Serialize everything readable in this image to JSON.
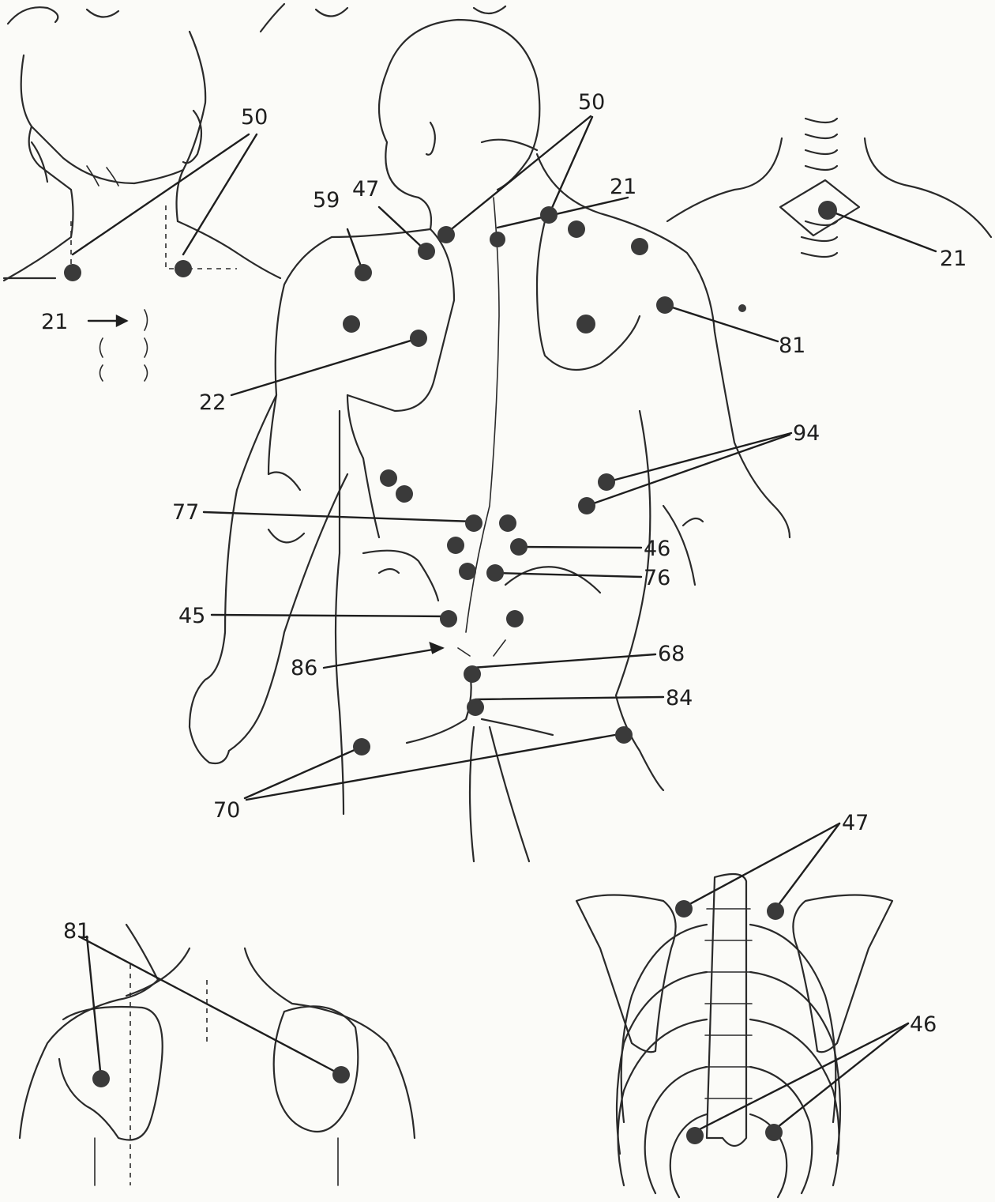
{
  "title_fragment": "",
  "labels": {
    "l50_neck": "50",
    "l21_neck": "21",
    "l59": "59",
    "l47_back": "47",
    "l50_back": "50",
    "l21_back": "21",
    "l21_throat": "21",
    "l81_back": "81",
    "l22": "22",
    "l94": "94",
    "l77": "77",
    "l46_back": "46",
    "l76": "76",
    "l45": "45",
    "l86": "86",
    "l68": "68",
    "l84": "84",
    "l70": "70",
    "l81_chest": "81",
    "l47_ribs": "47",
    "l46_ribs": "46"
  }
}
